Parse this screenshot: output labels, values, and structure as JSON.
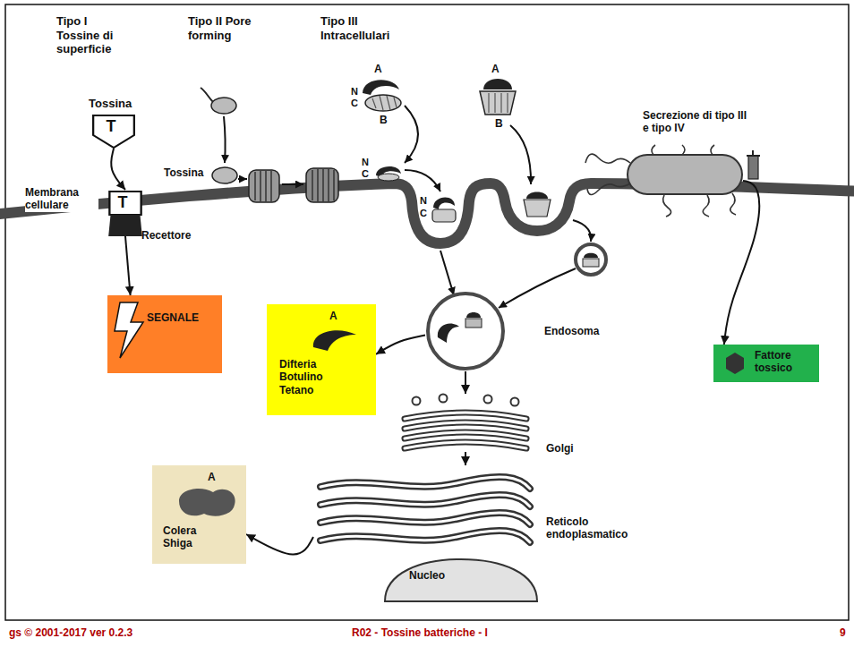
{
  "diagram": {
    "nodes": [
      {
        "text": [
          "Tossina",
          "T"
        ]
      },
      {
        "text": [
          "T"
        ]
      },
      {
        "text": [
          "SEGNALE"
        ]
      },
      {
        "text": [
          "Endosoma"
        ]
      },
      {
        "text": [
          "A",
          "Difteria Botulino Tetano"
        ]
      },
      {
        "text": [
          "Golgi"
        ]
      },
      {
        "text": [
          "Reticolo endoplasmatico"
        ]
      },
      {
        "text": [
          "A",
          "Colera Shiga"
        ]
      },
      {
        "text": [
          "Secrezione di tipo III e tipo IV"
        ]
      },
      {
        "text": [
          "Fattore tossico"
        ]
      }
    ],
    "edges": [
      {
        "from": 0,
        "to": 1,
        "arrow": "to"
      },
      {
        "from": 1,
        "to": 2,
        "arrow": "to"
      },
      {
        "from": 3,
        "to": 4,
        "arrow": "to"
      },
      {
        "from": 3,
        "to": 5,
        "arrow": "to"
      },
      {
        "from": 5,
        "to": 6,
        "arrow": "to"
      },
      {
        "from": 6,
        "to": 7,
        "arrow": "to"
      },
      {
        "from": 8,
        "to": 9,
        "arrow": "to"
      }
    ],
    "labels": [
      "Tipo I Tossine di superficie",
      "Tipo II Pore forming",
      "Tipo III Intracellulari",
      "Tossina",
      "Membrana cellulare",
      "Recettore",
      "A",
      "N",
      "C",
      "B",
      "A",
      "B",
      "N",
      "C",
      "N",
      "C",
      "Nucleo",
      "gs © 2001-2017 ver 0.2.3",
      "R02 - Tossine batteriche - I",
      "9"
    ]
  }
}
